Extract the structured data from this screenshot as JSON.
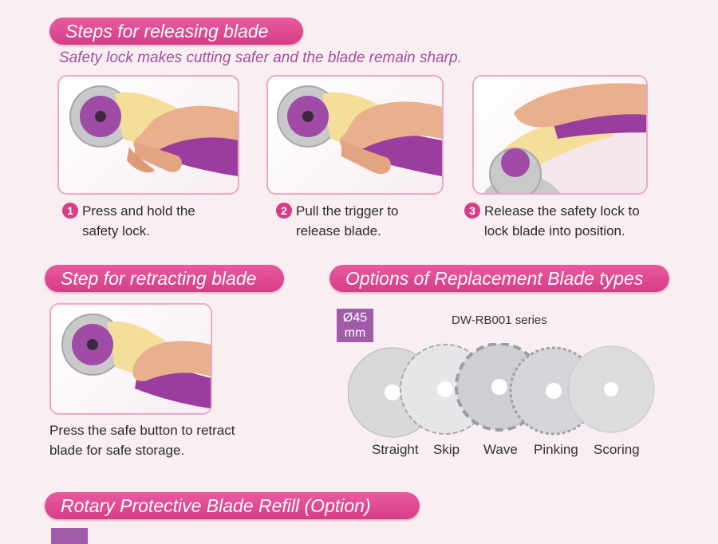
{
  "section1": {
    "title": "Steps for releasing blade",
    "subtitle": "Safety lock makes cutting safer and the blade remain sharp.",
    "steps": [
      {
        "num": "1",
        "text_line1": "Press and hold the",
        "text_line2": "safety lock."
      },
      {
        "num": "2",
        "text_line1": "Pull the trigger to",
        "text_line2": "release blade."
      },
      {
        "num": "3",
        "text_line1": "Release the safety lock to",
        "text_line2": "lock blade into position."
      }
    ]
  },
  "section2": {
    "title": "Step for retracting blade",
    "text_line1": "Press the safe button to retract",
    "text_line2": "blade for safe storage."
  },
  "section3": {
    "title": "Options of Replacement Blade types",
    "size_line1": "Ø45",
    "size_line2": "mm",
    "series": "DW-RB001 series",
    "blades": [
      "Straight",
      "Skip",
      "Wave",
      "Pinking",
      "Scoring"
    ]
  },
  "section4": {
    "title": "Rotary Protective Blade Refill (Option)"
  },
  "colors": {
    "pill": "#d63d86",
    "subtitle": "#a0509e",
    "badge": "#a05ba9",
    "handle": "#9b3d9e",
    "body": "#f4df9a"
  }
}
